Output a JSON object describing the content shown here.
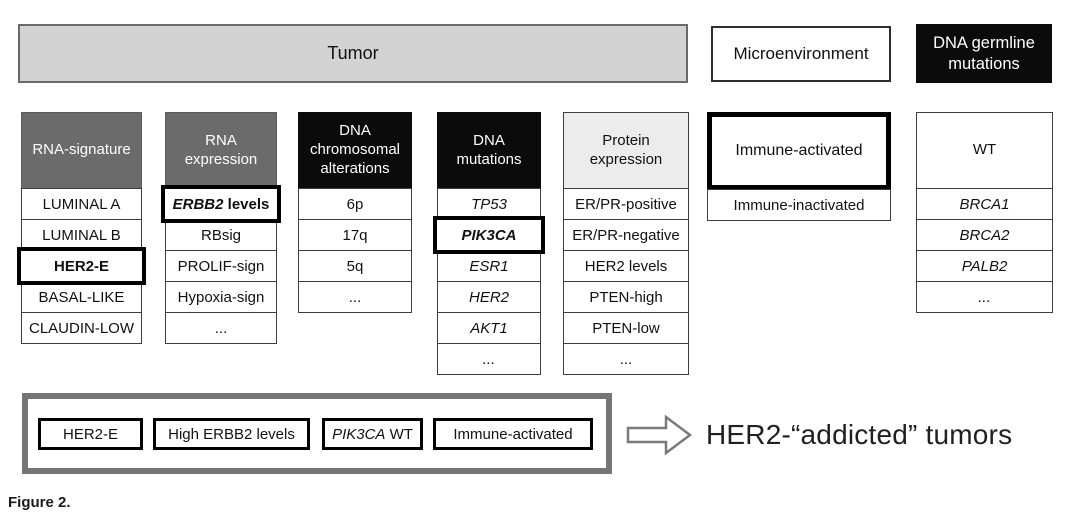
{
  "top": {
    "tumor": "Tumor",
    "microenvironment": "Microenvironment",
    "dna_germline": "DNA germline mutations"
  },
  "columns": {
    "rna_signature": {
      "header": "RNA-signature",
      "items": [
        "LUMINAL A",
        "LUMINAL B",
        "HER2-E",
        "BASAL-LIKE",
        "CLAUDIN-LOW"
      ]
    },
    "rna_expression": {
      "header": "RNA expression",
      "highlight": {
        "gene": "ERBB2",
        "rest": " levels"
      },
      "items": [
        "RBsig",
        "PROLIF-sign",
        "Hypoxia-sign",
        "..."
      ]
    },
    "dna_chromosomal": {
      "header": "DNA chromosomal alterations",
      "items": [
        "6p",
        "17q",
        "5q",
        "..."
      ]
    },
    "dna_mutations": {
      "header": "DNA mutations",
      "items": [
        "TP53",
        "PIK3CA",
        "ESR1",
        "HER2",
        "AKT1",
        "..."
      ]
    },
    "protein_expression": {
      "header": "Protein expression",
      "items": [
        "ER/PR-positive",
        "ER/PR-negative",
        "HER2 levels",
        "PTEN-high",
        "PTEN-low",
        "..."
      ]
    },
    "microenvironment": {
      "activated": "Immune-activated",
      "inactivated": "Immune-inactivated"
    },
    "dna_germline": {
      "wt": "WT",
      "items": [
        "BRCA1",
        "BRCA2",
        "PALB2",
        "..."
      ]
    }
  },
  "summary": {
    "her2e": "HER2-E",
    "erbb2": "High ERBB2 levels",
    "pik3ca_gene": "PIK3CA",
    "pik3ca_rest": " WT",
    "immune": "Immune-activated",
    "result": "HER2-“addicted” tumors"
  },
  "caption": "Figure 2.",
  "colors": {
    "header_dark": "#6b6b6b",
    "header_black": "#0b0b0b",
    "header_light": "#ececec",
    "tumor_bar": "#d3d3d3",
    "highlight_border": "#000000",
    "summary_outline": "#757575"
  }
}
